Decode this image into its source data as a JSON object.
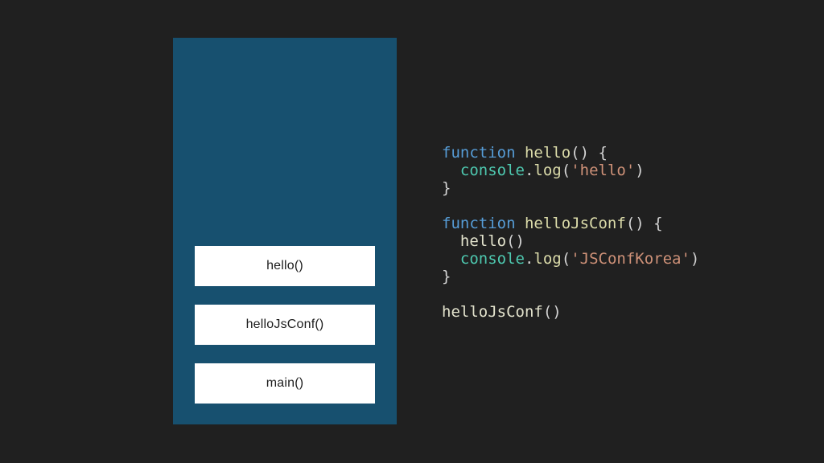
{
  "scene": {
    "background": "#202020"
  },
  "call_stack": {
    "panel_color": "#17506f",
    "frame_bg": "#ffffff",
    "frame_text_color": "#1d1d1d",
    "frames": [
      {
        "label": "hello()"
      },
      {
        "label": "helloJsConf()"
      },
      {
        "label": "main()"
      }
    ]
  },
  "code": {
    "colors": {
      "keyword": "#569cd6",
      "func": "#dcdcaa",
      "builtin": "#4ec9b0",
      "string": "#ce9178",
      "plain": "#d4d4d4",
      "call": "#e3e3cd"
    },
    "lines": [
      {
        "tokens": [
          {
            "t": "function",
            "c": "keyword"
          },
          {
            "t": " ",
            "c": "plain"
          },
          {
            "t": "hello",
            "c": "func"
          },
          {
            "t": "() {",
            "c": "plain"
          }
        ]
      },
      {
        "tokens": [
          {
            "t": "  ",
            "c": "plain"
          },
          {
            "t": "console",
            "c": "builtin"
          },
          {
            "t": ".",
            "c": "plain"
          },
          {
            "t": "log",
            "c": "func"
          },
          {
            "t": "(",
            "c": "plain"
          },
          {
            "t": "'hello'",
            "c": "string"
          },
          {
            "t": ")",
            "c": "plain"
          }
        ]
      },
      {
        "tokens": [
          {
            "t": "}",
            "c": "plain"
          }
        ]
      },
      {
        "tokens": []
      },
      {
        "tokens": [
          {
            "t": "function",
            "c": "keyword"
          },
          {
            "t": " ",
            "c": "plain"
          },
          {
            "t": "helloJsConf",
            "c": "func"
          },
          {
            "t": "() {",
            "c": "plain"
          }
        ]
      },
      {
        "tokens": [
          {
            "t": "  ",
            "c": "plain"
          },
          {
            "t": "hello",
            "c": "call"
          },
          {
            "t": "()",
            "c": "plain"
          }
        ]
      },
      {
        "tokens": [
          {
            "t": "  ",
            "c": "plain"
          },
          {
            "t": "console",
            "c": "builtin"
          },
          {
            "t": ".",
            "c": "plain"
          },
          {
            "t": "log",
            "c": "func"
          },
          {
            "t": "(",
            "c": "plain"
          },
          {
            "t": "'JSConfKorea'",
            "c": "string"
          },
          {
            "t": ")",
            "c": "plain"
          }
        ]
      },
      {
        "tokens": [
          {
            "t": "}",
            "c": "plain"
          }
        ]
      },
      {
        "tokens": []
      },
      {
        "tokens": [
          {
            "t": "helloJsConf",
            "c": "call"
          },
          {
            "t": "()",
            "c": "plain"
          }
        ]
      }
    ]
  }
}
